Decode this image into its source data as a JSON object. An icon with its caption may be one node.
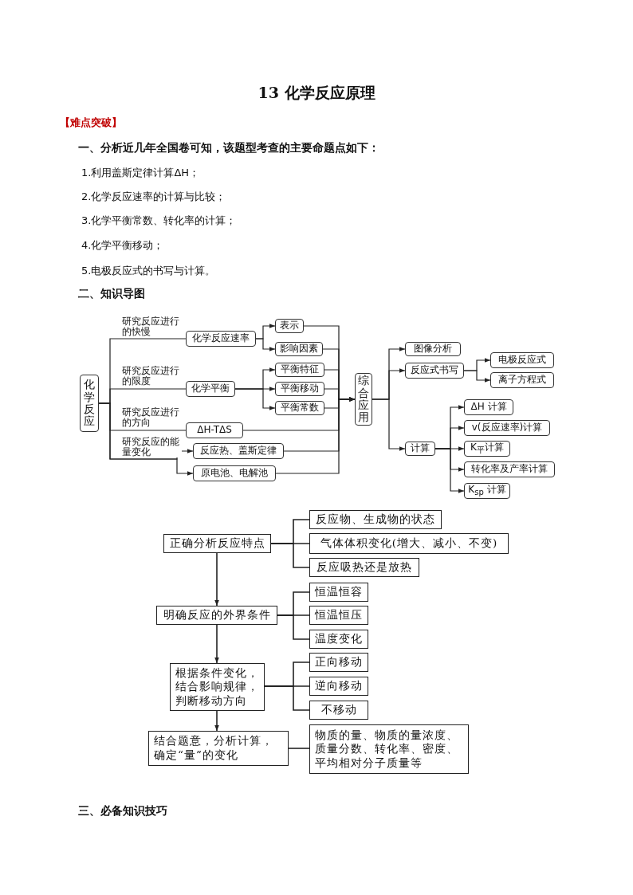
{
  "diagram": {
    "title": "13  化学反应原理",
    "nodes": [
      {
        "text": [
          "化学反应"
        ]
      },
      {
        "text": [
          "化学反应速率"
        ]
      },
      {
        "text": [
          "表示"
        ]
      },
      {
        "text": [
          "影响因素"
        ]
      },
      {
        "text": [
          "化学平衡"
        ]
      },
      {
        "text": [
          "平衡特征"
        ]
      },
      {
        "text": [
          "平衡移动"
        ]
      },
      {
        "text": [
          "平衡常数"
        ]
      },
      {
        "text": [
          "ΔH-TΔS"
        ]
      },
      {
        "text": [
          "反应热、盖斯定律"
        ]
      },
      {
        "text": [
          "原电池、电解池"
        ]
      },
      {
        "text": [
          "综合应用"
        ]
      },
      {
        "text": [
          "图像分析"
        ]
      },
      {
        "text": [
          "反应式书写"
        ]
      },
      {
        "text": [
          "电极反应式"
        ]
      },
      {
        "text": [
          "离子方程式"
        ]
      },
      {
        "text": [
          "计算"
        ]
      },
      {
        "text": [
          "ΔH 计算"
        ]
      },
      {
        "text": [
          "v(反应速率)计算"
        ]
      },
      {
        "text": [
          "K$_{平}$计算"
        ]
      },
      {
        "text": [
          "转化率及产率计算"
        ]
      },
      {
        "text": [
          "K$_{sp}$ 计算"
        ]
      },
      {
        "text": [
          "正确分析反应特点"
        ]
      },
      {
        "text": [
          "反应物、生成物的状态"
        ]
      },
      {
        "text": [
          "气体体积变化(增大、减小、不变)"
        ]
      },
      {
        "text": [
          "反应吸热还是放热"
        ]
      },
      {
        "text": [
          "明确反应的外界条件"
        ]
      },
      {
        "text": [
          "恒温恒容"
        ]
      },
      {
        "text": [
          "恒温恒压"
        ]
      },
      {
        "text": [
          "温度变化"
        ]
      },
      {
        "text": [
          "根据条件变化，结合影响规律，判断移动方向"
        ]
      },
      {
        "text": [
          "正向移动"
        ]
      },
      {
        "text": [
          "逆向移动"
        ]
      },
      {
        "text": [
          "不移动"
        ]
      },
      {
        "text": [
          "结合题意，分析计算，确定“量”的变化"
        ]
      },
      {
        "text": [
          "物质的量、物质的量浓度、质量分数、转化率、密度、平均相对分子质量等"
        ]
      }
    ],
    "edges": [
      {
        "from": 0,
        "to": 1,
        "arrow": "none",
        "label": "研究反应进行的快慢"
      },
      {
        "from": 0,
        "to": 4,
        "arrow": "none",
        "label": "研究反应进行的限度"
      },
      {
        "from": 0,
        "to": 8,
        "arrow": "none",
        "label": "研究反应进行的方向"
      },
      {
        "from": 0,
        "to": 9,
        "arrow": "to",
        "label": "研究反应的能量变化"
      },
      {
        "from": 0,
        "to": 10,
        "arrow": "to"
      },
      {
        "from": 1,
        "to": 2,
        "arrow": "to"
      },
      {
        "from": 1,
        "to": 3,
        "arrow": "to"
      },
      {
        "from": 4,
        "to": 5,
        "arrow": "to"
      },
      {
        "from": 4,
        "to": 6,
        "arrow": "to"
      },
      {
        "from": 4,
        "to": 7,
        "arrow": "to"
      },
      {
        "from": 2,
        "to": 11,
        "arrow": "to"
      },
      {
        "from": 3,
        "to": 11,
        "arrow": "to"
      },
      {
        "from": 5,
        "to": 11,
        "arrow": "to"
      },
      {
        "from": 6,
        "to": 11,
        "arrow": "to"
      },
      {
        "from": 7,
        "to": 11,
        "arrow": "to"
      },
      {
        "from": 8,
        "to": 11,
        "arrow": "to"
      },
      {
        "from": 9,
        "to": 11,
        "arrow": "to"
      },
      {
        "from": 10,
        "to": 11,
        "arrow": "to"
      },
      {
        "from": 11,
        "to": 12,
        "arrow": "to"
      },
      {
        "from": 11,
        "to": 13,
        "arrow": "to"
      },
      {
        "from": 11,
        "to": 16,
        "arrow": "to"
      },
      {
        "from": 13,
        "to": 14,
        "arrow": "to"
      },
      {
        "from": 13,
        "to": 15,
        "arrow": "to"
      },
      {
        "from": 16,
        "to": 17,
        "arrow": "to"
      },
      {
        "from": 16,
        "to": 18,
        "arrow": "to"
      },
      {
        "from": 16,
        "to": 19,
        "arrow": "to"
      },
      {
        "from": 16,
        "to": 20,
        "arrow": "to"
      },
      {
        "from": 16,
        "to": 21,
        "arrow": "to"
      },
      {
        "from": 22,
        "to": 23,
        "arrow": "none"
      },
      {
        "from": 22,
        "to": 24,
        "arrow": "none"
      },
      {
        "from": 22,
        "to": 25,
        "arrow": "none"
      },
      {
        "from": 22,
        "to": 26,
        "arrow": "to"
      },
      {
        "from": 26,
        "to": 27,
        "arrow": "none"
      },
      {
        "from": 26,
        "to": 28,
        "arrow": "none"
      },
      {
        "from": 26,
        "to": 29,
        "arrow": "none"
      },
      {
        "from": 26,
        "to": 30,
        "arrow": "to"
      },
      {
        "from": 30,
        "to": 31,
        "arrow": "none"
      },
      {
        "from": 30,
        "to": 32,
        "arrow": "none"
      },
      {
        "from": 30,
        "to": 33,
        "arrow": "none"
      },
      {
        "from": 30,
        "to": 34,
        "arrow": "to"
      },
      {
        "from": 34,
        "to": 35,
        "arrow": "none"
      }
    ],
    "labels": [
      "【难点突破】",
      "一、分析近几年全国卷可知，该题型考查的主要命题点如下：",
      "1.利用盖斯定律计算ΔH；",
      "2.化学反应速率的计算与比较；",
      "3.化学平衡常数、转化率的计算；",
      "4.化学平衡移动；",
      "5.电极反应式的书写与计算。",
      "二、知识导图",
      "三、必备知识技巧"
    ]
  }
}
